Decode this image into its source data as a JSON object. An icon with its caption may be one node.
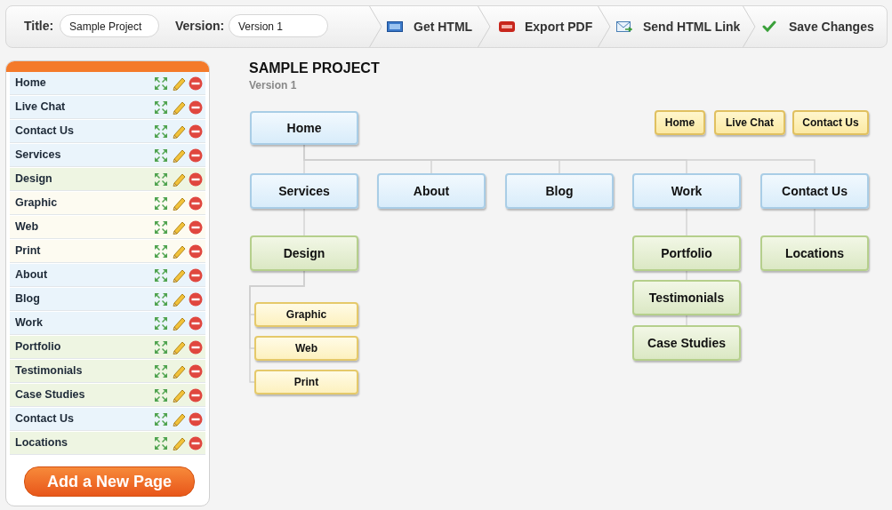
{
  "diagram": {
    "title": "SAMPLE PROJECT",
    "nodes": [
      {
        "text": [
          "Home"
        ]
      },
      {
        "text": [
          "Services"
        ]
      },
      {
        "text": [
          "About"
        ]
      },
      {
        "text": [
          "Blog"
        ]
      },
      {
        "text": [
          "Work"
        ]
      },
      {
        "text": [
          "Contact Us"
        ]
      },
      {
        "text": [
          "Design"
        ]
      },
      {
        "text": [
          "Graphic"
        ]
      },
      {
        "text": [
          "Web"
        ]
      },
      {
        "text": [
          "Print"
        ]
      },
      {
        "text": [
          "Portfolio"
        ]
      },
      {
        "text": [
          "Testimonials"
        ]
      },
      {
        "text": [
          "Case Studies"
        ]
      },
      {
        "text": [
          "Locations"
        ]
      },
      {
        "text": [
          "Home"
        ]
      },
      {
        "text": [
          "Live Chat"
        ]
      },
      {
        "text": [
          "Contact Us"
        ]
      }
    ],
    "edges": [
      {
        "from": 0,
        "to": 1,
        "arrow": "none"
      },
      {
        "from": 0,
        "to": 2,
        "arrow": "none"
      },
      {
        "from": 0,
        "to": 3,
        "arrow": "none"
      },
      {
        "from": 0,
        "to": 4,
        "arrow": "none"
      },
      {
        "from": 0,
        "to": 5,
        "arrow": "none"
      },
      {
        "from": 1,
        "to": 6,
        "arrow": "none"
      },
      {
        "from": 6,
        "to": 7,
        "arrow": "none"
      },
      {
        "from": 6,
        "to": 8,
        "arrow": "none"
      },
      {
        "from": 6,
        "to": 9,
        "arrow": "none"
      },
      {
        "from": 4,
        "to": 10,
        "arrow": "none"
      },
      {
        "from": 10,
        "to": 11,
        "arrow": "none"
      },
      {
        "from": 11,
        "to": 12,
        "arrow": "none"
      },
      {
        "from": 5,
        "to": 13,
        "arrow": "none"
      }
    ],
    "labels": [
      "Title:",
      "Sample Project",
      "Version:",
      "Version 1",
      "Get HTML",
      "Export PDF",
      "Send HTML Link",
      "Save Changes",
      "Home",
      "Live Chat",
      "Contact Us",
      "Services",
      "Design",
      "Graphic",
      "Web",
      "Print",
      "About",
      "Blog",
      "Work",
      "Portfolio",
      "Testimonials",
      "Case Studies",
      "Contact Us",
      "Locations",
      "Add a New Page",
      "Version 1"
    ]
  }
}
